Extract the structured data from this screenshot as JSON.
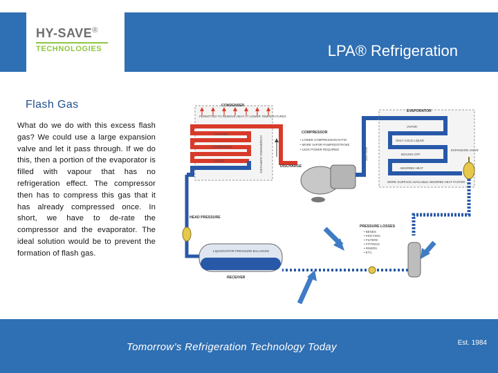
{
  "header": {
    "logo_name": "HY-SAVE",
    "logo_reg": "®",
    "logo_sub": "TECHNOLOGIES",
    "title": "LPA® Refrigeration"
  },
  "section": {
    "title": "Flash Gas",
    "body": "What do we do with this excess flash gas? We could use a large expansion valve and let it pass through. If we do this, then a portion of the evaporator is filled with vapour that has no refrigeration effect. The compressor then has to compress this gas that it has already compressed once. In short, we have to de-rate the compressor and the evaporator. The ideal solution would be to prevent the formation of flash gas."
  },
  "diagram": {
    "condenser": "CONDENSER",
    "condenser_note": "PERMITTED TO REMOVE HEAT AT LOWER TEMPERATURES",
    "cooling": "COOLING",
    "condensing": "CONDENSING",
    "liquid": "LIQUID",
    "compressor": "COMPRESSOR",
    "compressor_notes": [
      "• LOWER COMPRESSION RATIO",
      "• MORE VAPOR PUMPED/STROKE",
      "• LESS POWER REQUIRED"
    ],
    "discharge": "DISCHARGE",
    "suction": "SUCTION",
    "evaporator": "EVAPORATOR",
    "vapor": "VAPOR",
    "only_cold_liquid": "ONLY COLD LIQUID",
    "boiling_off": "BOILING OFF",
    "absorbs_heat": "ABSORBS HEAT",
    "evaporator_note": "MORE SURFACE AVAILABLE ABSORBS HEAT FASTER",
    "expansion_valve": "EXPANSION VALVE",
    "head_pressure": "HEAD PRESSURE",
    "pressure_losses": "PRESSURE LOSSES",
    "losses": [
      "• BENDS",
      "• FRICTION",
      "• FILTERS",
      "• FITTINGS",
      "• RISERS",
      "• ETC."
    ],
    "receiver_note": "LIQUID/VAPOR PRESSURE BALANCED",
    "receiver": "RECEIVER"
  },
  "footer": {
    "tagline": "Tomorrow’s Refrigeration Technology Today",
    "est": "Est. 1984"
  },
  "colors": {
    "brand_blue": "#2f6fb3",
    "logo_green": "#8dc63f",
    "title_blue": "#1f4e8c",
    "pipe_red": "#d83a2a",
    "pipe_blue": "#2858a8",
    "arrow_blue": "#3f7cc4"
  }
}
